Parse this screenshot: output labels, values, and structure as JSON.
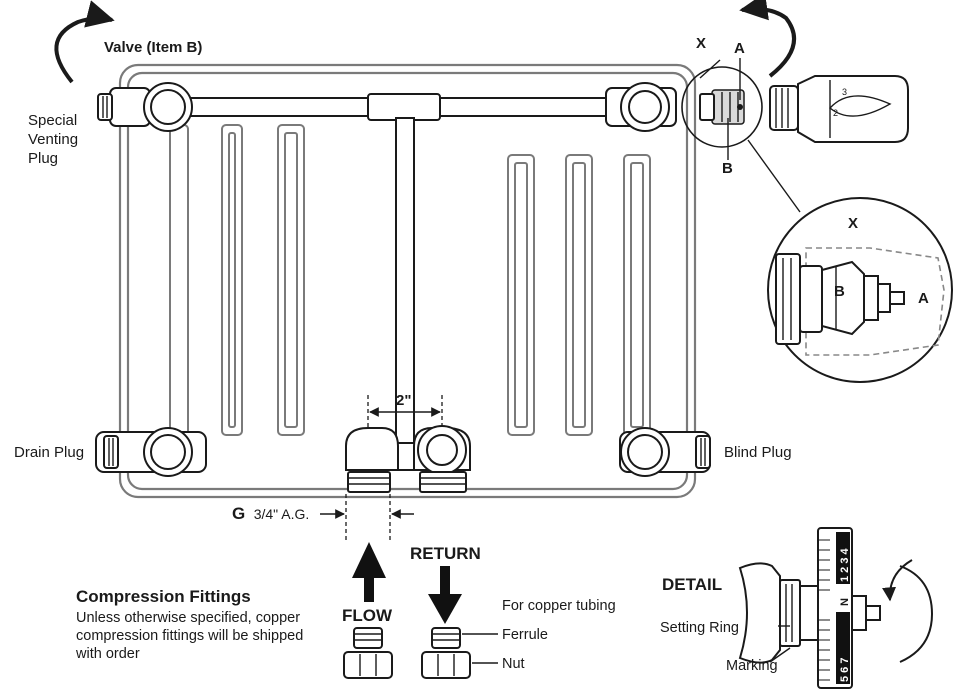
{
  "labels": {
    "valve": "Valve (Item B)",
    "special_venting_plug_line1": "Special",
    "special_venting_plug_line2": "Venting",
    "special_venting_plug_line3": "Plug",
    "drain_plug": "Drain Plug",
    "blind_plug": "Blind Plug",
    "x_top": "X",
    "a_top": "A",
    "b_top": "B",
    "x_detail": "X",
    "a_detail": "A",
    "b_detail": "B",
    "dimension": "2\"",
    "g_bold": "G",
    "g_rest": "3/4\" A.G.",
    "return": "RETURN",
    "flow": "FLOW",
    "for_copper_tubing": "For copper tubing",
    "ferrule": "Ferrule",
    "nut": "Nut",
    "detail": "DETAIL",
    "setting_ring": "Setting Ring",
    "marking": "Marking",
    "knob_marks": "2 · 3"
  },
  "compression": {
    "title": "Compression Fittings",
    "line1": "Unless otherwise specified, copper",
    "line2": "compression fittings will be shipped",
    "line3": "with order"
  },
  "dial": {
    "upper_numbers": "1 2 3 4",
    "middle_letter": "N",
    "lower_numbers": "5 6 7"
  }
}
